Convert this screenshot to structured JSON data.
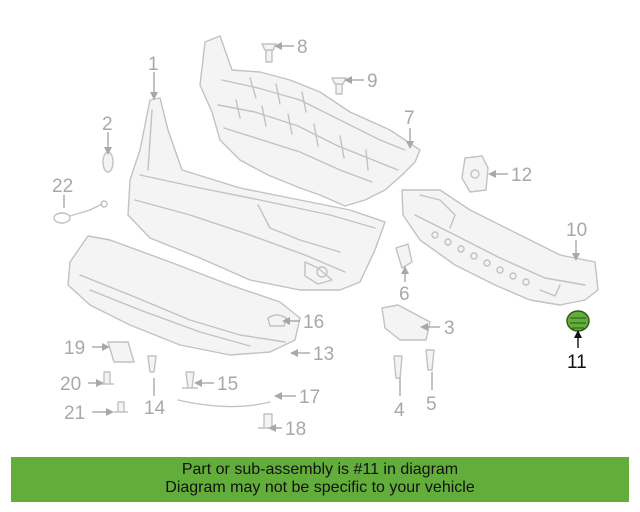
{
  "highlight_color": "#63ae3a",
  "highlighted_part": "11",
  "callouts": [
    "1",
    "2",
    "3",
    "4",
    "5",
    "6",
    "7",
    "8",
    "9",
    "10",
    "11",
    "12",
    "13",
    "14",
    "15",
    "16",
    "17",
    "18",
    "19",
    "20",
    "21",
    "22"
  ],
  "banner": {
    "line1": "Part or sub-assembly is #11 in diagram",
    "line2": "Diagram may not be specific to your vehicle"
  }
}
